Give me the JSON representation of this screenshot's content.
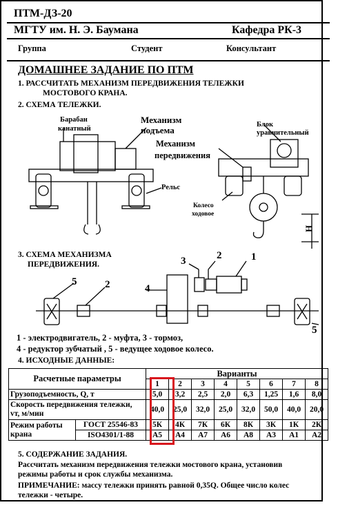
{
  "header": {
    "code": "ПТМ-ДЗ-20",
    "university": "МГТУ им. Н. Э. Баумана",
    "department": "Кафедра РК-3",
    "group_label": "Группа",
    "student_label": "Студент",
    "consultant_label": "Консультант"
  },
  "title": "ДОМАШНЕЕ ЗАДАНИЕ ПО ПТМ",
  "task1_line1": "1. РАССЧИТАТЬ  МЕХАНИЗМ  ПЕРЕДВИЖЕНИЯ ТЕЛЕЖКИ",
  "task1_line2": "МОСТОВОГО  КРАНА.",
  "task2": "2. СХЕМА ТЕЛЕЖКИ.",
  "trolley_labels": {
    "drum1": "Барабан",
    "drum2": "канатный",
    "lift1": "Механизм",
    "lift2": "подъема",
    "travel1": "Механизм",
    "travel2": "передвижения",
    "block1": "Блок",
    "block2": "уравнительный",
    "rail": "Рельс",
    "wheel1": "Колесо",
    "wheel2": "ходовое",
    "h": "H"
  },
  "task3_line1": "3. СХЕМА МЕХАНИЗМА",
  "task3_line2": "ПЕРЕДВИЖЕНИЯ.",
  "scheme_numbers": [
    "1",
    "2",
    "3",
    "4",
    "5",
    "2",
    "5"
  ],
  "legend_line1": "1 - электродвигатель, 2 - муфта,  3 - тормоз,",
  "legend_line2": "4 - редуктор зубчатый ,  5 - ведущее ходовое колесо.",
  "task4": "4. ИСХОДНЫЕ ДАННЫЕ:",
  "table": {
    "params_header": "Расчетные параметры",
    "variants_header": "Варианты",
    "variants": [
      "1",
      "2",
      "3",
      "4",
      "5",
      "6",
      "7",
      "8"
    ],
    "rows": {
      "load_label": "Грузоподъемность, Q, т",
      "load": [
        "5,0",
        "3,2",
        "2,5",
        "2,0",
        "6,3",
        "1,25",
        "1,6",
        "8,0"
      ],
      "speed_label1": "Скорость передвижения тележки,",
      "speed_label2": "vт, м/мин",
      "speed": [
        "40,0",
        "25,0",
        "32,0",
        "25,0",
        "32,0",
        "50,0",
        "40,0",
        "20,0"
      ],
      "mode_label1": "Режим работы",
      "mode_label2": "крана",
      "gost1": "ГОСТ 25546-83",
      "gost2": "ISO4301/1-88",
      "mode_gost": [
        "5К",
        "4К",
        "7К",
        "6К",
        "8К",
        "3К",
        "1К",
        "2К"
      ],
      "mode_iso": [
        "А5",
        "А4",
        "А7",
        "А6",
        "А8",
        "А3",
        "А1",
        "А2"
      ]
    }
  },
  "task5": "5. СОДЕРЖАНИЕ ЗАДАНИЯ.",
  "task5_text1": "Рассчитать механизм передвижения тележки мостового крана, установив",
  "task5_text2": "режимы работы и срок службы механизма.",
  "note1": "ПРИМЕЧАНИЕ:  массу тележки принять равной 0,35Q. Общее число колес",
  "note2": "тележки - четыре.",
  "colors": {
    "highlight": "#d8141c"
  }
}
